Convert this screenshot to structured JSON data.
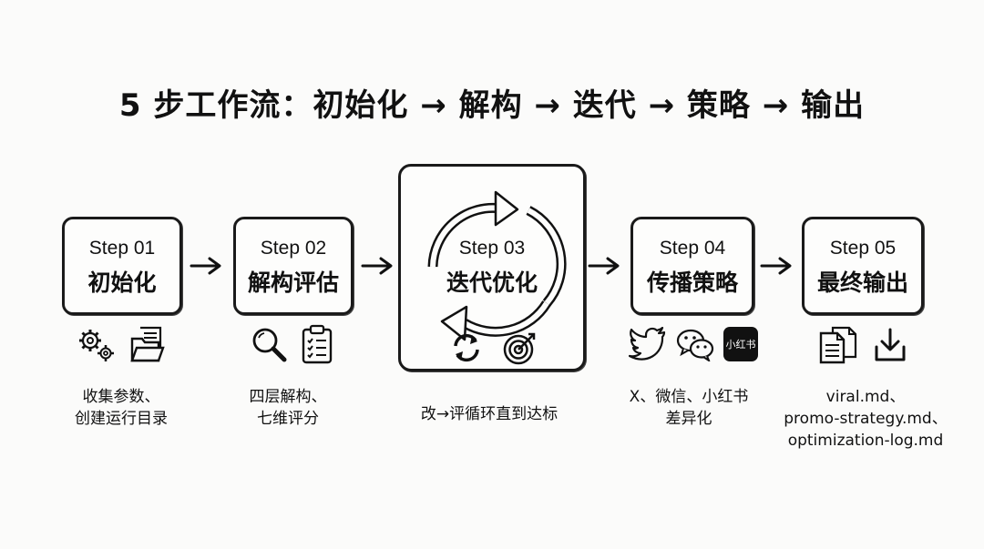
{
  "title": "5 步工作流：初始化 → 解构 → 迭代 → 策略 → 输出",
  "steps": [
    {
      "label": "Step 01",
      "name": "初始化",
      "icons": [
        "gears-icon",
        "folder-icon"
      ],
      "caption": [
        "收集参数、",
        "创建运行目录"
      ]
    },
    {
      "label": "Step 02",
      "name": "解构评估",
      "icons": [
        "magnifier-icon",
        "clipboard-checklist-icon"
      ],
      "caption": [
        "四层解构、",
        "七维评分"
      ]
    },
    {
      "label": "Step 03",
      "name": "迭代优化",
      "icons": [
        "refresh-icon",
        "target-icon"
      ],
      "caption": [
        "改→评循环直到达标"
      ]
    },
    {
      "label": "Step 04",
      "name": "传播策略",
      "icons": [
        "twitter-bird-icon",
        "wechat-icon",
        "xiaohongshu-icon"
      ],
      "badge_text": "小红书",
      "caption": [
        "X、微信、小红书",
        "差异化"
      ]
    },
    {
      "label": "Step 05",
      "name": "最终输出",
      "icons": [
        "documents-icon",
        "download-icon"
      ],
      "caption": [
        "viral.md、",
        "promo-strategy.md、",
        "optimization-log.md"
      ]
    }
  ]
}
